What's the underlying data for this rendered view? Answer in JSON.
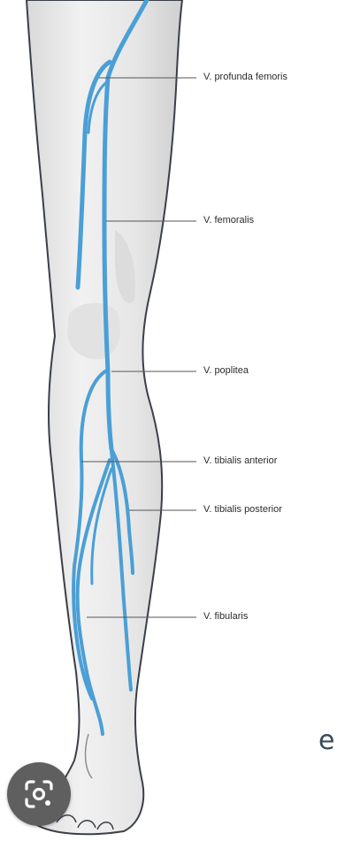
{
  "labels": {
    "profunda": "V. profunda femoris",
    "femoralis": "V. femoralis",
    "poplitea": "V. poplitea",
    "tibialis_anterior": "V. tibialis anterior",
    "tibialis_posterior": "V. tibialis posterior",
    "fibularis": "V. fibularis"
  },
  "colors": {
    "vein": "#4a9fd6",
    "vein_dark": "#2f7fb8",
    "skin": "#ececec",
    "outline": "#3a3f47",
    "leader": "#555555"
  },
  "icons": {
    "lens_button": "google-lens-icon",
    "edge_glyph": "partial-glyph"
  },
  "edge_glyph_char": "e"
}
